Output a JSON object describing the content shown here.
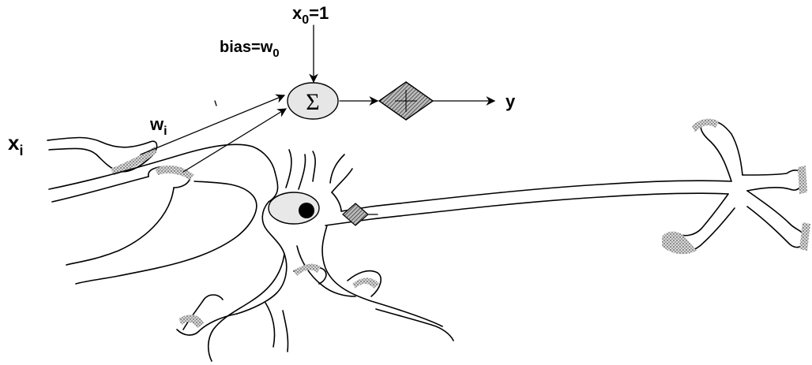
{
  "diagram": {
    "labels": {
      "input": "x",
      "input_sub": "i",
      "weight": "w",
      "weight_sub": "i",
      "bias_input": "x",
      "bias_input_sub": "0",
      "bias_input_value": "=1",
      "bias": "bias=w",
      "bias_sub": "0",
      "summation": "Σ",
      "output": "y"
    },
    "icons": {
      "summation_node": "sigma-ellipse",
      "activation_node": "hatched-diamond",
      "neuron_nucleus": "filled-circle",
      "axon_hillock": "hatched-diamond"
    },
    "colors": {
      "line": "#000000",
      "node_fill": "#e6e6e6",
      "hatch": "#888888",
      "background": "#ffffff"
    }
  }
}
